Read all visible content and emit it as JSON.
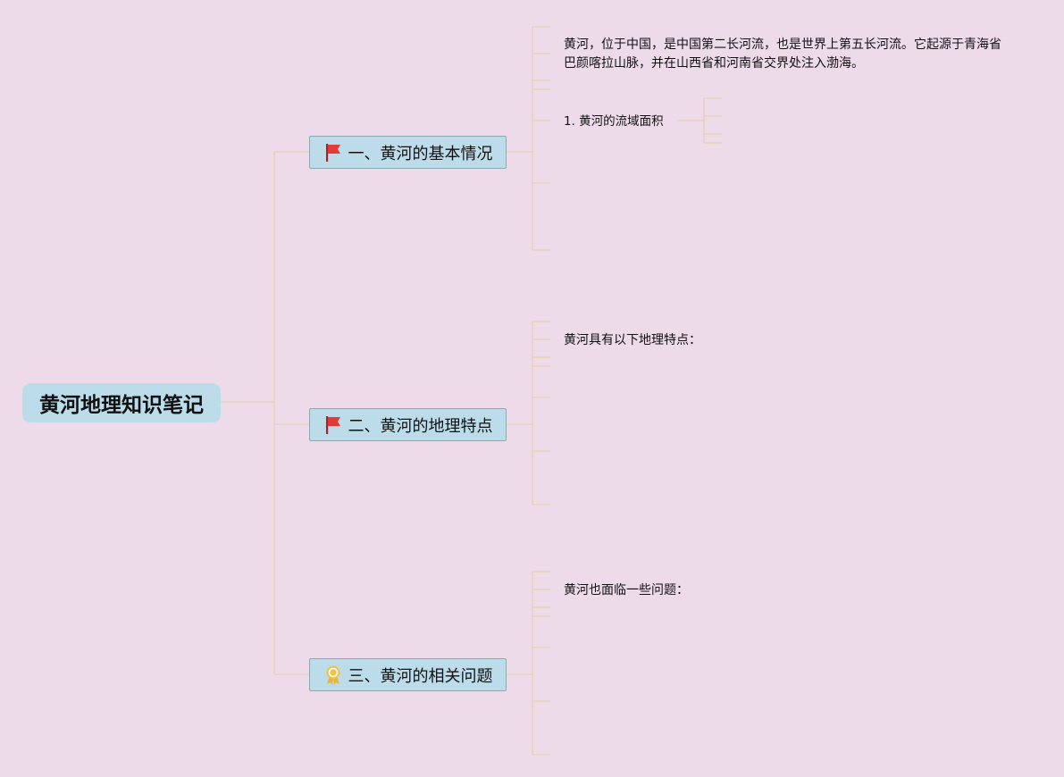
{
  "mindmap": {
    "root": {
      "label": "黄河地理知识笔记"
    },
    "branches": [
      {
        "label": "一、黄河的基本情况",
        "icon": "red-flag-icon",
        "text": "黄河，位于中国，是中国第二长河流，也是世界上第五长河流。它起源于青海省巴颜喀拉山脉，并在山西省和河南省交界处注入渤海。",
        "sub_item": "1. 黄河的流域面积"
      },
      {
        "label": "二、黄河的地理特点",
        "icon": "red-flag-icon",
        "text": "黄河具有以下地理特点："
      },
      {
        "label": "三、黄河的相关问题",
        "icon": "award-badge-icon",
        "text": "黄河也面临一些问题："
      }
    ]
  },
  "colors": {
    "background": "#eddbea",
    "node_fill": "#bddcea",
    "node_border": "#8fa8b0",
    "connector": "#e9cfb0",
    "flag": "#e53935",
    "badge": "#f0c24a"
  }
}
